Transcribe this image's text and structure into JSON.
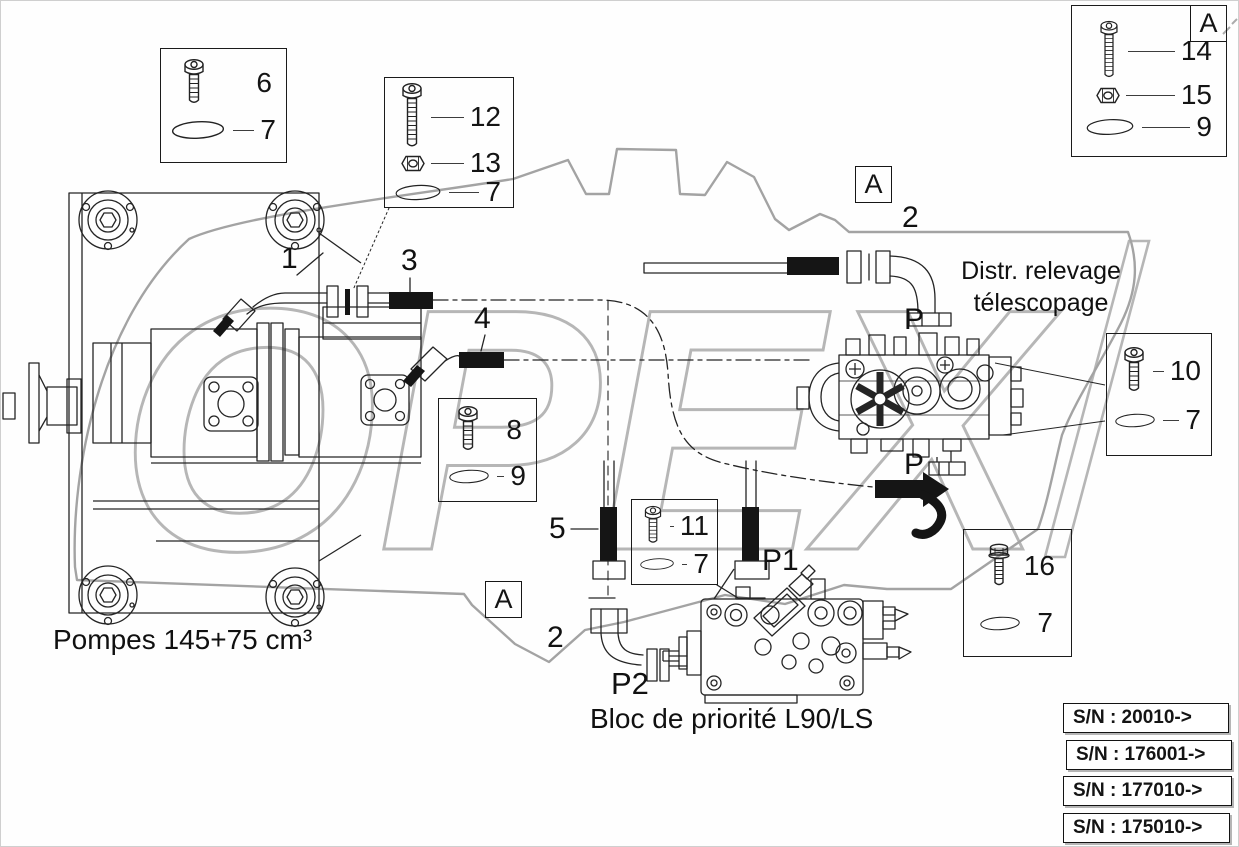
{
  "watermark": {
    "text": "OPEX",
    "color": "#b6b6b6"
  },
  "captions": {
    "pumps": "Pompes 145+75 cm³",
    "distributor_line1": "Distr. relevage",
    "distributor_line2": "télescopage",
    "priority_block": "Bloc de priorité L90/LS"
  },
  "detail_markers": {
    "top_box": "A",
    "mid": "A",
    "bottom": "A"
  },
  "callouts": {
    "c1": "1",
    "c2_top": "2",
    "c2_bottom": "2",
    "c3": "3",
    "c4": "4",
    "c5": "5",
    "p_top": "P",
    "p_bottom": "P",
    "p1": "P1",
    "p2": "P2"
  },
  "part_boxes": [
    {
      "id": "box-6-7",
      "items": [
        {
          "icon": "socket-head-bolt",
          "label": "6"
        },
        {
          "icon": "o-ring",
          "label": "7"
        }
      ]
    },
    {
      "id": "box-12-13-7",
      "items": [
        {
          "icon": "socket-head-bolt-long",
          "label": "12"
        },
        {
          "icon": "hex-nut",
          "label": "13"
        },
        {
          "icon": "o-ring",
          "label": "7"
        }
      ]
    },
    {
      "id": "box-14-15-9",
      "marker": "A",
      "items": [
        {
          "icon": "socket-head-bolt-long",
          "label": "14"
        },
        {
          "icon": "hex-nut",
          "label": "15"
        },
        {
          "icon": "o-ring",
          "label": "9"
        }
      ]
    },
    {
      "id": "box-10-7",
      "items": [
        {
          "icon": "socket-head-bolt",
          "label": "10"
        },
        {
          "icon": "o-ring",
          "label": "7"
        }
      ]
    },
    {
      "id": "box-8-9",
      "items": [
        {
          "icon": "socket-head-bolt",
          "label": "8"
        },
        {
          "icon": "o-ring",
          "label": "9"
        }
      ]
    },
    {
      "id": "box-11-7",
      "items": [
        {
          "icon": "socket-head-bolt",
          "label": "11"
        },
        {
          "icon": "o-ring",
          "label": "7"
        }
      ]
    },
    {
      "id": "box-16-7",
      "items": [
        {
          "icon": "hex-head-bolt",
          "label": "16"
        },
        {
          "icon": "o-ring",
          "label": "7"
        }
      ]
    }
  ],
  "serial_numbers": [
    "S/N : 20010->",
    "S/N : 176001->",
    "S/N : 177010->",
    "S/N : 175010->"
  ]
}
